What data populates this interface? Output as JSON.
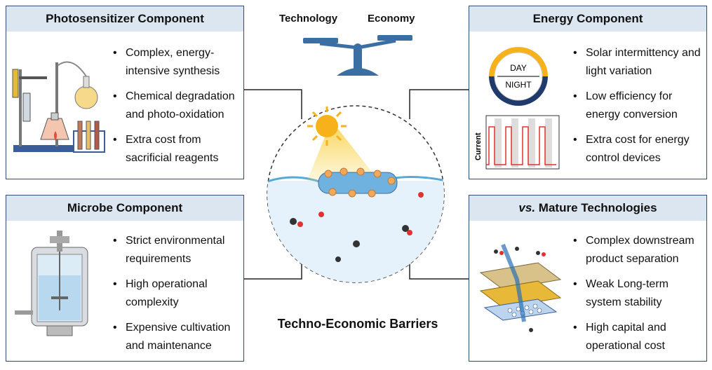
{
  "center": {
    "title": "Techno-Economic Barriers",
    "scale_left": "Technology",
    "scale_right": "Economy"
  },
  "panels": {
    "photosensitizer": {
      "title": "Photosensitizer Component",
      "items": [
        "Complex, energy-intensive synthesis",
        "Chemical degradation and photo-oxidation",
        "Extra cost from sacrificial reagents"
      ]
    },
    "energy": {
      "title": "Energy Component",
      "items": [
        "Solar intermittency and light variation",
        "Low efficiency for energy conversion",
        "Extra cost for energy control devices"
      ],
      "dial_day": "DAY",
      "dial_night": "NIGHT",
      "chart_ylabel": "Current"
    },
    "microbe": {
      "title": "Microbe Component",
      "items": [
        "Strict environmental requirements",
        "High operational complexity",
        "Expensive cultivation and maintenance"
      ]
    },
    "mature": {
      "title_prefix": "vs.",
      "title_rest": " Mature Technologies",
      "items": [
        "Complex downstream product separation",
        "Weak Long-term system stability",
        "High capital and operational cost"
      ]
    }
  },
  "colors": {
    "border": "#2f4d73",
    "header_bg": "#dbe6f1",
    "scale": "#3b6fa3",
    "sun": "#f7b21b",
    "water": "#5aa8d6"
  }
}
